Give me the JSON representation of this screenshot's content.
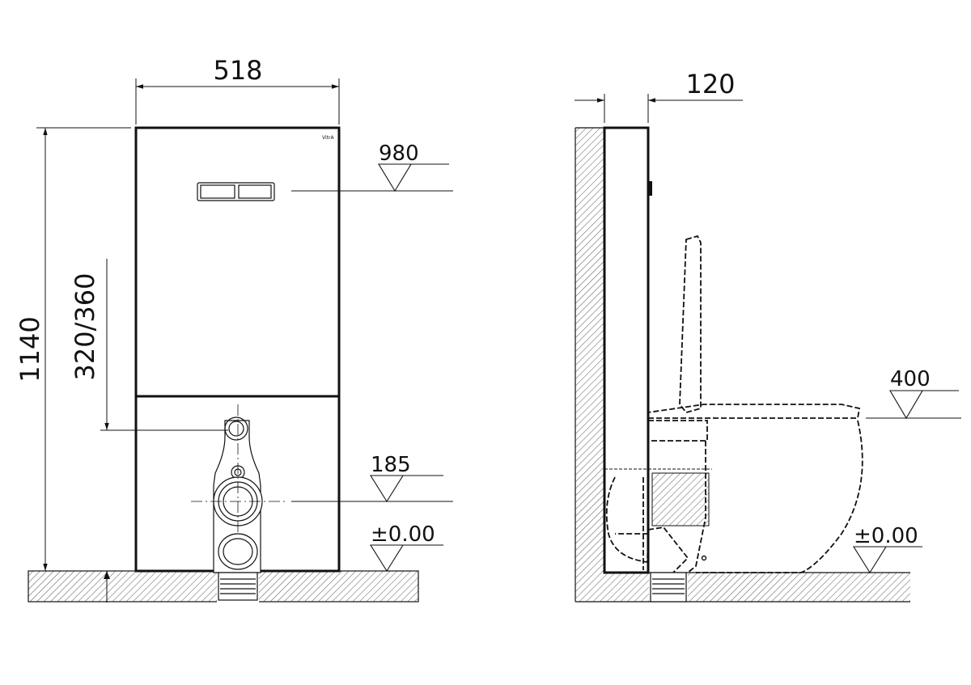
{
  "front_view": {
    "width_dim": "518",
    "height_dim": "1140",
    "outlet_height_dim": "320/360",
    "flush_plate_level": "980",
    "drain_level": "185",
    "floor_level": "±0.00",
    "brand": "VitrA"
  },
  "side_view": {
    "depth_dim": "120",
    "seat_level": "400",
    "floor_level": "±0.00"
  }
}
